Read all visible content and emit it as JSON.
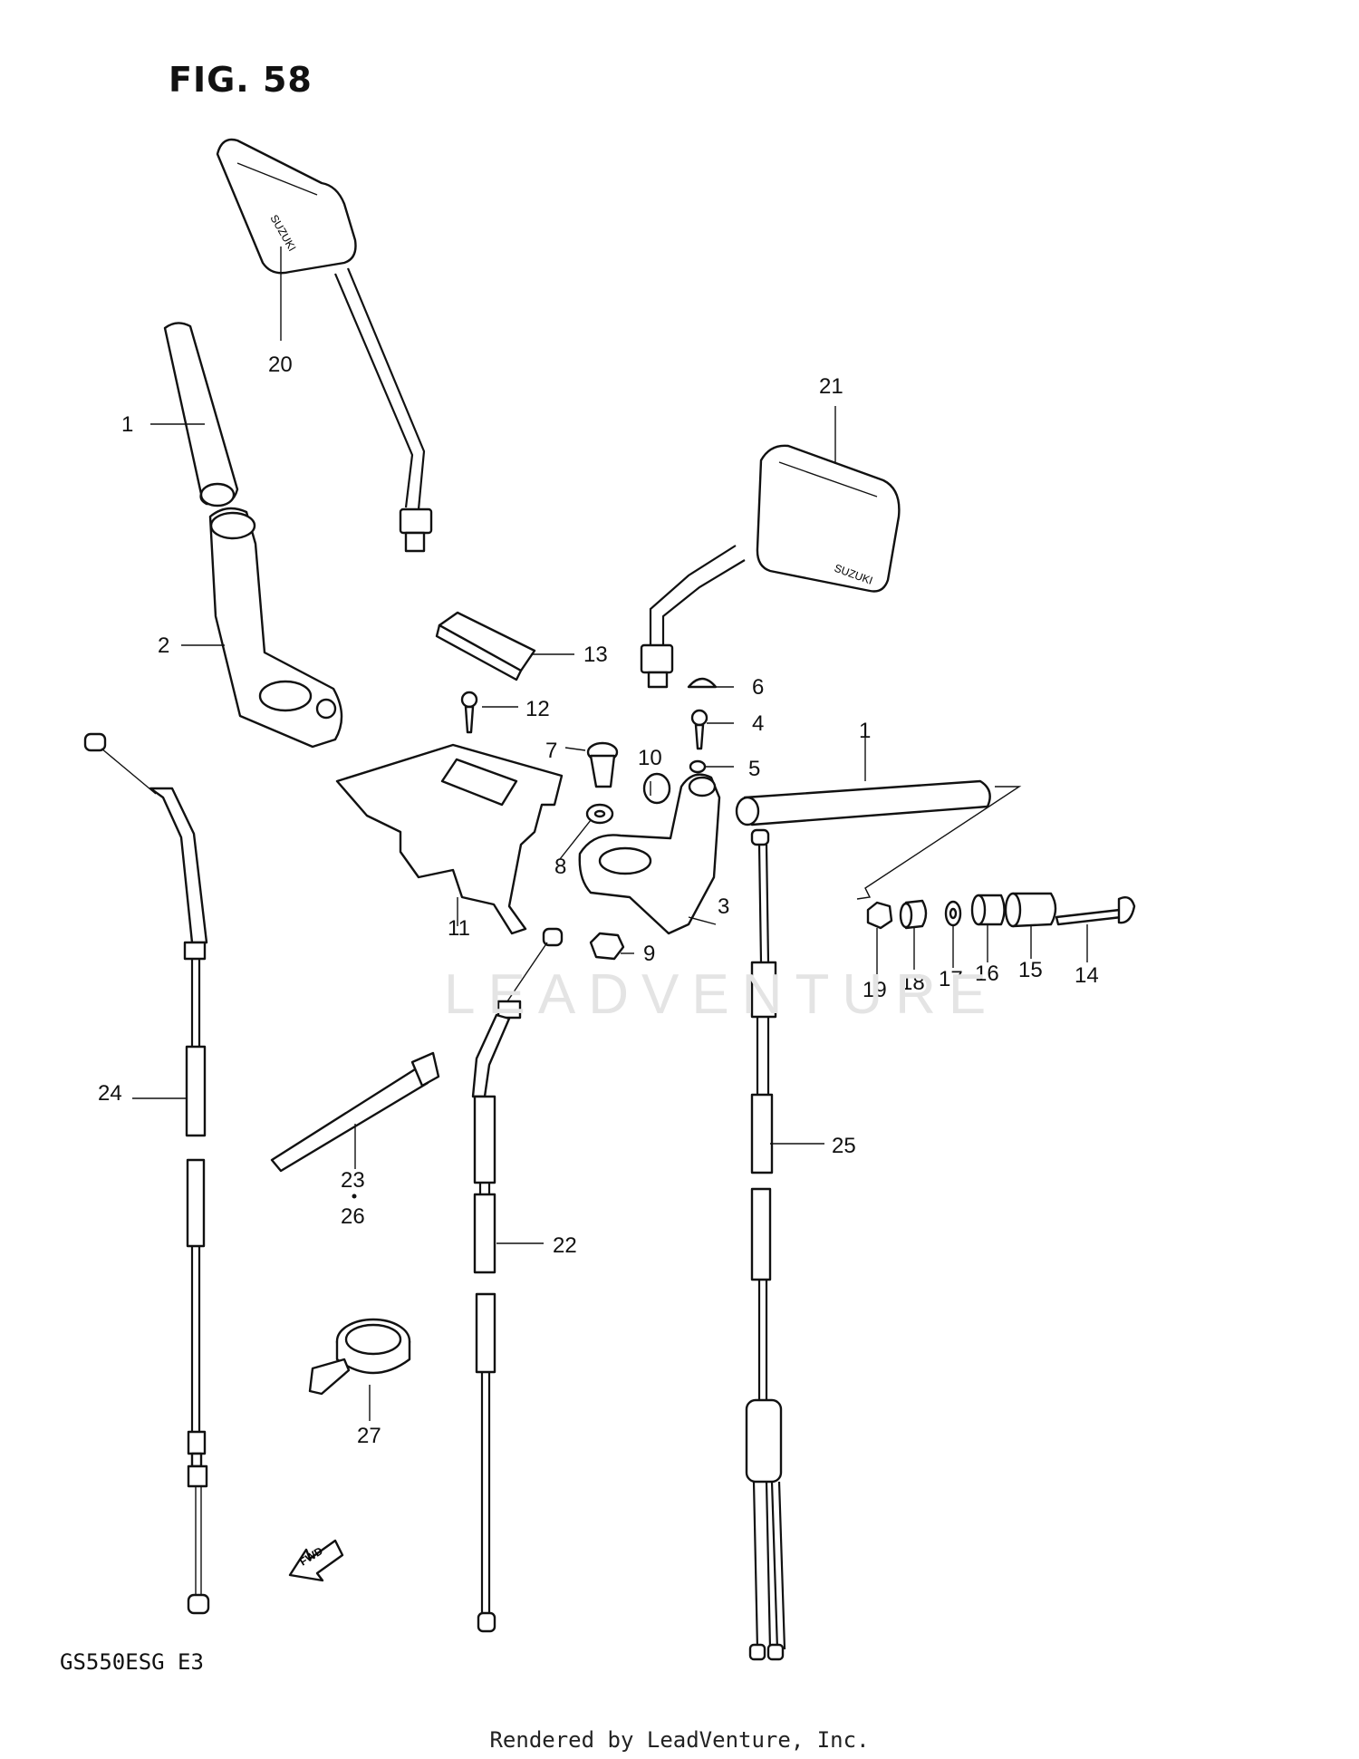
{
  "figure_title": "FIG. 58",
  "model_code": "GS550ESG E3",
  "footer": "Rendered by LeadVenture, Inc.",
  "watermark": "LEADVENTURE",
  "mirror_brand": "SUZUKI",
  "direction_marker": "FWD",
  "callouts": {
    "c1a": "1",
    "c1b": "1",
    "c2": "2",
    "c3": "3",
    "c4": "4",
    "c5": "5",
    "c6": "6",
    "c7": "7",
    "c8": "8",
    "c9": "9",
    "c10": "10",
    "c11": "11",
    "c12": "12",
    "c13": "13",
    "c14": "14",
    "c15": "15",
    "c16": "16",
    "c17": "17",
    "c18": "18",
    "c19": "19",
    "c20": "20",
    "c21": "21",
    "c22": "22",
    "c23": "23",
    "c24": "24",
    "c25": "25",
    "c26": "26",
    "c27": "27"
  }
}
